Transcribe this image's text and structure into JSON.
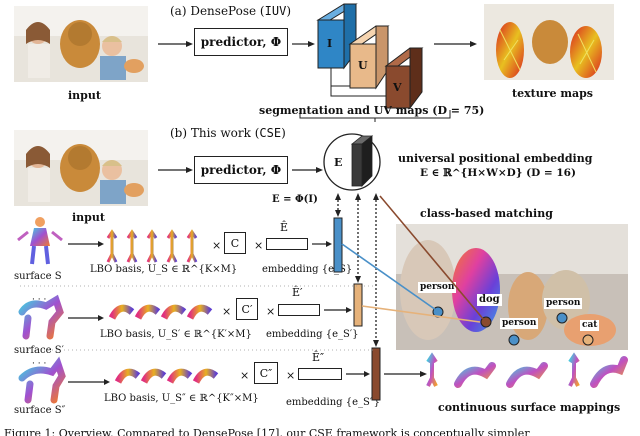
{
  "panel_a": {
    "title": "(a) DensePose (",
    "title_code": "IUV",
    "title_end": ")",
    "input_label": "input",
    "predictor_label": "predictor, Φ",
    "blocks": [
      "I",
      "U",
      "V"
    ],
    "seg_label": "segmentation and UV maps (D = 75)",
    "texture_label": "texture maps"
  },
  "panel_b": {
    "title": "(b) This work (",
    "title_code": "CSE",
    "title_end": ")",
    "input_label": "input",
    "predictor_label": "predictor, Φ",
    "embed_letter": "E",
    "embed_formula": "E = Φ(I)",
    "upe_title": "universal positional embedding",
    "upe_formula": "E ∈ ℝ^{H×W×D} (D = 16)",
    "class_matching": "class-based matching",
    "continuous_label": "continuous surface mappings",
    "dog_labels": [
      "person",
      "dog",
      "person",
      "person",
      "cat"
    ]
  },
  "rows": [
    {
      "surface": "surface S",
      "lbo": "LBO basis, U_S ∈ ℝ^{K×M}",
      "times1": "×",
      "c": "C",
      "times2": "×",
      "ehat": "Ê",
      "embedding": "embedding {e_S}",
      "color": "#4a90c8"
    },
    {
      "surface": "surface S′",
      "lbo": "LBO basis, U_S′ ∈ ℝ^{K′×M}",
      "times1": "×",
      "c": "C′",
      "times2": "×",
      "ehat": "Ê′",
      "embedding": "embedding {e_S′}",
      "color": "#e6b27a"
    },
    {
      "surface": "surface S″",
      "lbo": "LBO basis, U_S″ ∈ ℝ^{K″×M}",
      "times1": "×",
      "c": "C″",
      "times2": "×",
      "ehat": "Ê″",
      "embedding": "embedding {e_S″}",
      "color": "#8a4a2e"
    }
  ],
  "dots": "· · ·",
  "caption": "Figure 1: Overview. Compared to DensePose [17], our CSE framework is conceptually simpler",
  "colors": {
    "block_blue": "#2f86c6",
    "block_tan": "#e8b98a",
    "block_brown": "#8a4a2e",
    "dark_block": "#3a3a3a"
  }
}
